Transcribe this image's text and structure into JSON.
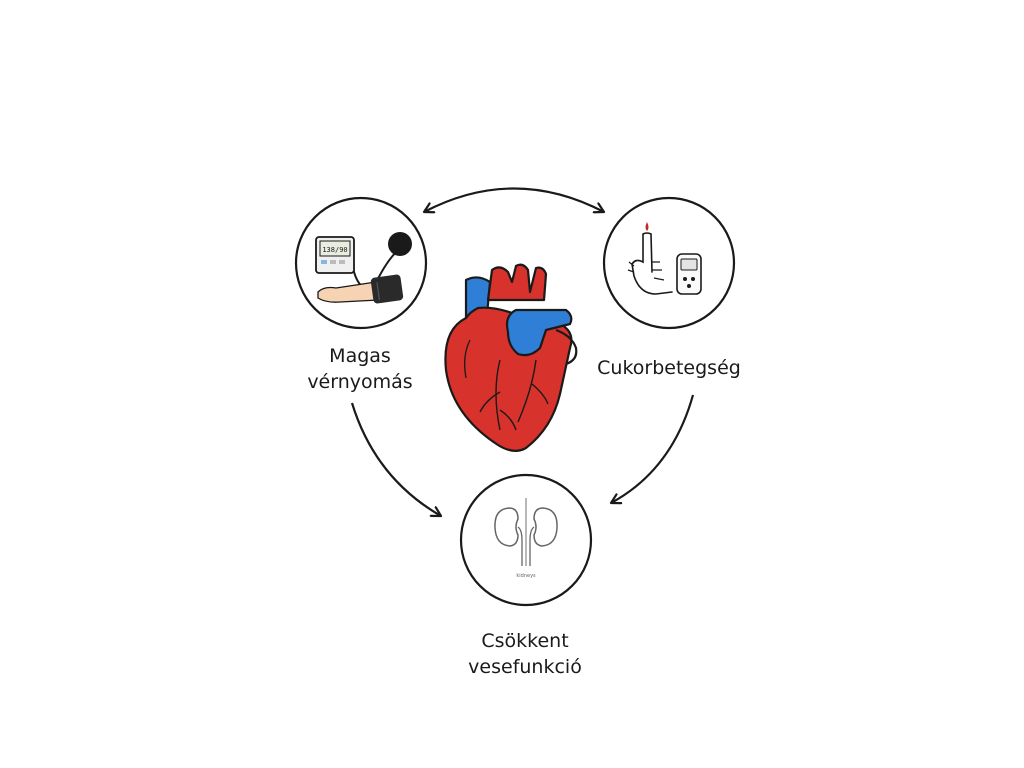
{
  "nodes": {
    "blood_pressure": {
      "label_lines": [
        "Magas",
        "vérnyomás"
      ],
      "icon": "blood-pressure-monitor-icon",
      "monitor_reading": "138/90"
    },
    "diabetes": {
      "label_lines": [
        "Cukorbetegség"
      ],
      "icon": "finger-prick-glucose-meter-icon"
    },
    "kidney": {
      "label_lines": [
        "Csökkent",
        "vesefunkció"
      ],
      "icon": "kidneys-icon",
      "icon_caption": "kidneys"
    },
    "heart": {
      "icon": "heart-icon"
    }
  },
  "colors": {
    "heart_red": "#d8322c",
    "vessel_blue": "#2f7fd6",
    "outline": "#1a1a1a",
    "blood_drop": "#c62828"
  }
}
